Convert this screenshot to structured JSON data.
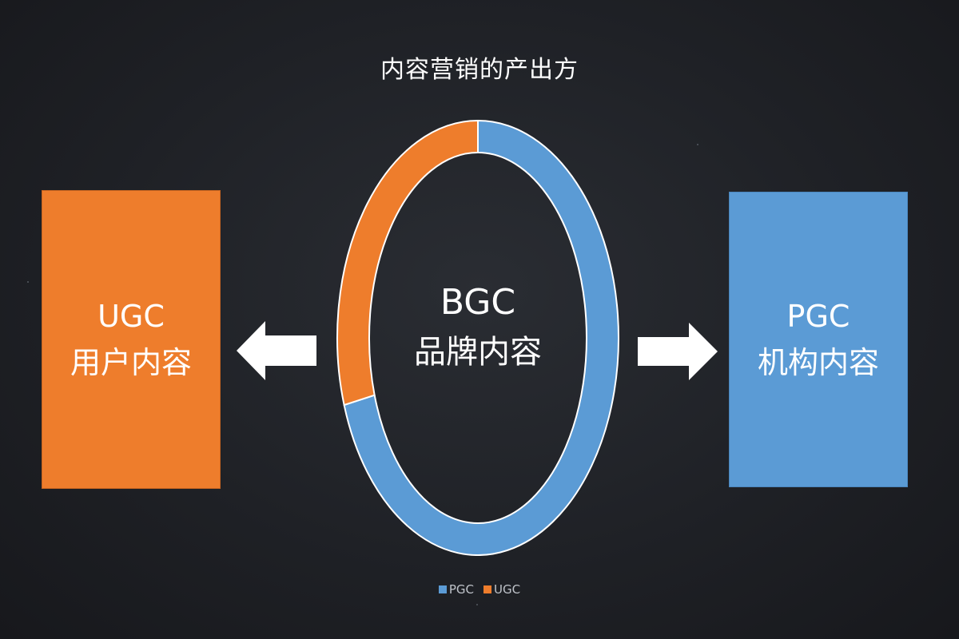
{
  "title": "内容营销的产出方",
  "left_box": {
    "line1": "UGC",
    "line2": "用户内容",
    "color": "#ee7d2c"
  },
  "right_box": {
    "line1": "PGC",
    "line2": "机构内容",
    "color": "#5b9bd5"
  },
  "center": {
    "line1": "BGC",
    "line2": "品牌内容"
  },
  "chart_data": {
    "type": "pie",
    "donut": true,
    "categories": [
      "PGC",
      "UGC"
    ],
    "values": [
      70,
      30
    ],
    "colors": [
      "#5b9bd5",
      "#ee7d2c"
    ],
    "legend_position": "bottom-center"
  },
  "legend": {
    "items": [
      {
        "label": "PGC",
        "color": "#5b9bd5"
      },
      {
        "label": "UGC",
        "color": "#ee7d2c"
      }
    ]
  },
  "arrows": {
    "color": "#ffffff"
  }
}
